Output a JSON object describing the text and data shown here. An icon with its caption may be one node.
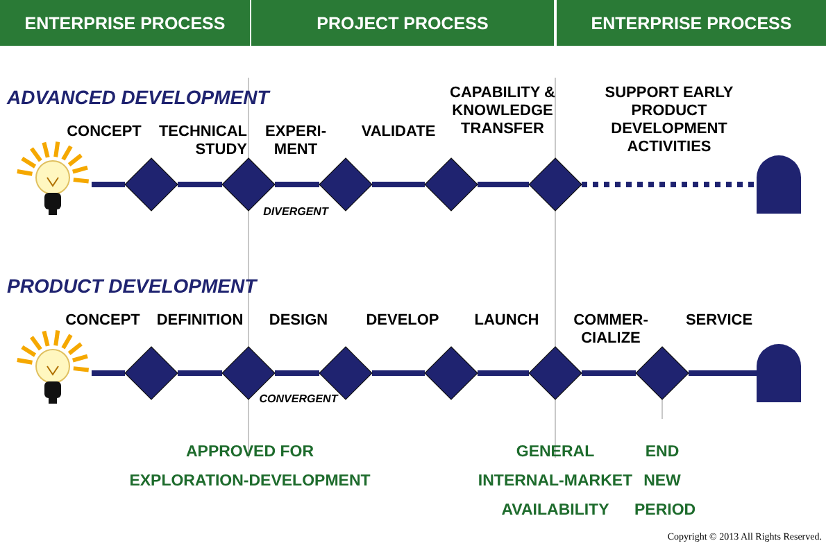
{
  "diagram": {
    "nodes": [
      {
        "text": [
          "ENTERPRISE PROCESS"
        ]
      },
      {
        "text": [
          "PROJECT PROCESS"
        ]
      },
      {
        "text": [
          "ENTERPRISE PROCESS"
        ]
      },
      {
        "text": [],
        "shape": "picture"
      },
      {
        "text": [],
        "shape": "diamond"
      },
      {
        "text": [],
        "shape": "diamond"
      },
      {
        "text": [],
        "shape": "diamond"
      },
      {
        "text": [],
        "shape": "diamond"
      },
      {
        "text": [],
        "shape": "diamond"
      },
      {
        "text": [],
        "shape": "arch"
      },
      {
        "text": [],
        "shape": "picture"
      },
      {
        "text": [],
        "shape": "diamond"
      },
      {
        "text": [],
        "shape": "diamond"
      },
      {
        "text": [],
        "shape": "diamond"
      },
      {
        "text": [],
        "shape": "diamond"
      },
      {
        "text": [],
        "shape": "diamond"
      },
      {
        "text": [],
        "shape": "diamond"
      },
      {
        "text": [],
        "shape": "arch"
      }
    ],
    "edges": [
      {
        "from": 3,
        "to": 4,
        "arrow": "none"
      },
      {
        "from": 4,
        "to": 5,
        "arrow": "none"
      },
      {
        "from": 5,
        "to": 6,
        "arrow": "none"
      },
      {
        "from": 6,
        "to": 7,
        "arrow": "none"
      },
      {
        "from": 7,
        "to": 8,
        "arrow": "none"
      },
      {
        "from": 8,
        "to": 9,
        "arrow": "none",
        "style": "dashed"
      },
      {
        "from": 10,
        "to": 11,
        "arrow": "none"
      },
      {
        "from": 11,
        "to": 12,
        "arrow": "none"
      },
      {
        "from": 12,
        "to": 13,
        "arrow": "none"
      },
      {
        "from": 13,
        "to": 14,
        "arrow": "none"
      },
      {
        "from": 14,
        "to": 15,
        "arrow": "none"
      },
      {
        "from": 15,
        "to": 16,
        "arrow": "none"
      },
      {
        "from": 16,
        "to": 17,
        "arrow": "none"
      }
    ],
    "labels": [
      "ADVANCED DEVELOPMENT",
      "CONCEPT",
      "TECHNICAL STUDY",
      "EXPERI- MENT",
      "VALIDATE",
      "CAPABILITY & KNOWLEDGE TRANSFER",
      "SUPPORT EARLY PRODUCT DEVELOPMENT ACTIVITIES",
      "DIVERGENT",
      "PRODUCT DEVELOPMENT",
      "CONCEPT",
      "DEFINITION",
      "DESIGN",
      "DEVELOP",
      "LAUNCH",
      "COMMER- CIALIZE",
      "SERVICE",
      "CONVERGENT",
      "APPROVED FOR EXPLORATION-DEVELOPMENT",
      "GENERAL INTERNAL-MARKET AVAILABILITY",
      "END NEW PERIOD",
      "Copyright © 2013 All Rights Reserved."
    ]
  }
}
